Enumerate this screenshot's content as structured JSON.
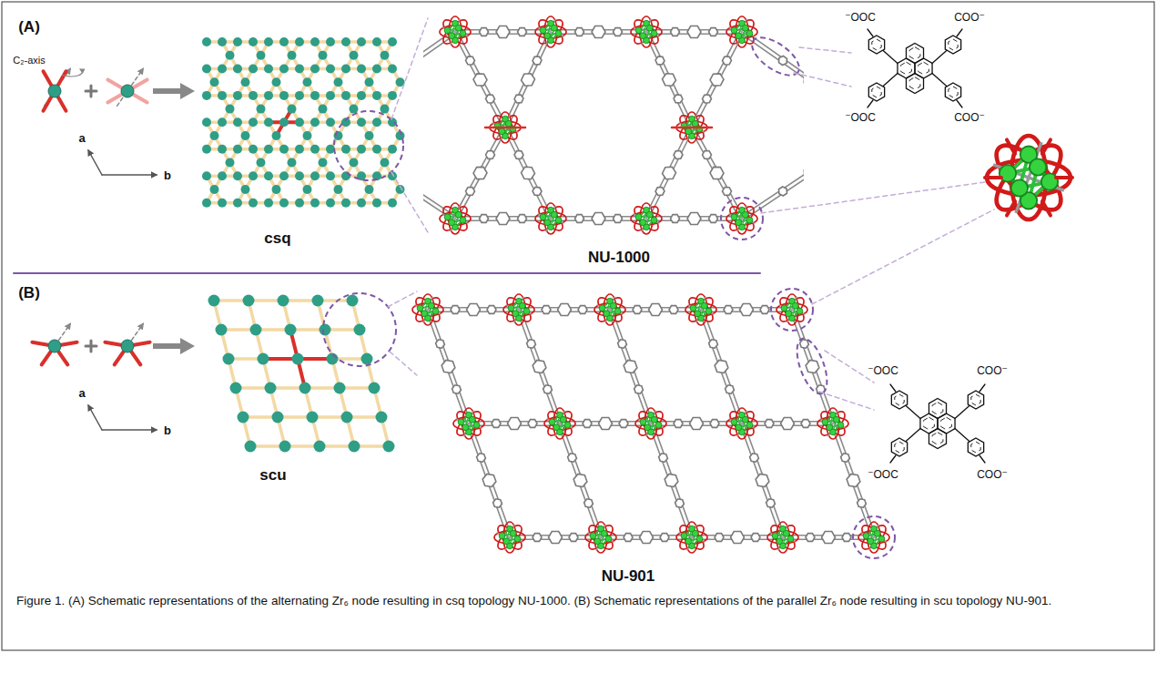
{
  "diagram": {
    "caption": "Figure 1. (A) Schematic representations of the alternating Zr₆ node resulting in csq topology NU-1000. (B) Schematic representations of the parallel Zr₆ node resulting in scu topology NU-901.",
    "labels": [
      "(A)",
      "C₂-axis",
      "a",
      "b",
      "csq",
      "NU-1000",
      "⁻OOC",
      "COO⁻",
      "⁻OOC",
      "COO⁻",
      "(B)",
      "a",
      "b",
      "scu",
      "NU-901",
      "⁻OOC",
      "COO⁻",
      "⁻OOC",
      "COO⁻"
    ]
  }
}
